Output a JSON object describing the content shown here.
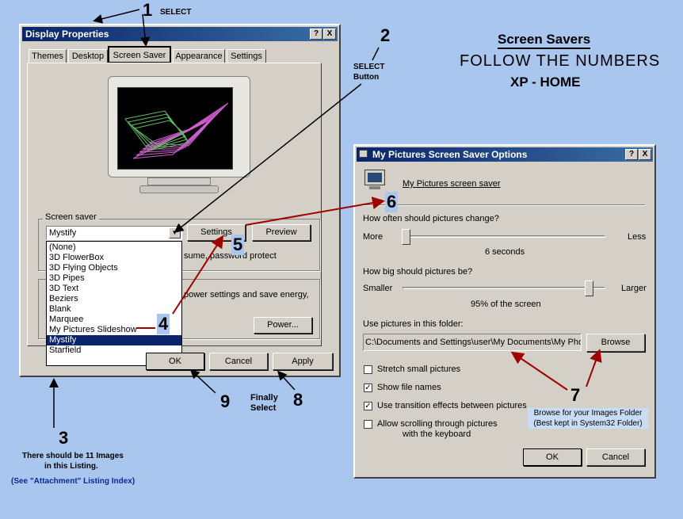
{
  "display_window": {
    "title": "Display Properties",
    "help_btn": "?",
    "close_btn": "X",
    "tabs": [
      "Themes",
      "Desktop",
      "Screen Saver",
      "Appearance",
      "Settings"
    ],
    "group_label": "Screen saver",
    "dropdown_value": "Mystify",
    "settings_btn": "Settings",
    "preview_btn": "Preview",
    "partial_text_1": "sume, password protect",
    "partial_text_2": "power settings and save energy,",
    "power_btn": "Power...",
    "ok_btn": "OK",
    "cancel_btn": "Cancel",
    "apply_btn": "Apply",
    "list_items": [
      "(None)",
      "3D FlowerBox",
      "3D Flying Objects",
      "3D Pipes",
      "3D Text",
      "Beziers",
      "Blank",
      "Marquee",
      "My Pictures Slideshow",
      "Mystify",
      "Starfield"
    ],
    "selected_index": 9
  },
  "options_window": {
    "title": "My Pictures Screen Saver Options",
    "help_btn": "?",
    "close_btn": "X",
    "header_label": "My Pictures screen saver",
    "q1": "How often should pictures change?",
    "more": "More",
    "less": "Less",
    "seconds": "6 seconds",
    "q2": "How big should pictures be?",
    "smaller": "Smaller",
    "larger": "Larger",
    "percent": "95% of the screen",
    "folder_label": "Use pictures in this folder:",
    "folder_value": "C:\\Documents and Settings\\user\\My Documents\\My Pho",
    "browse_btn": "Browse",
    "cb1": "Stretch small pictures",
    "cb2": "Show file names",
    "cb3": "Use transition effects between pictures",
    "cb4a": "Allow scrolling through pictures",
    "cb4b": "with the keyboard",
    "ok_btn": "OK",
    "cancel_btn": "Cancel"
  },
  "annotations": {
    "n1": "1",
    "select1": "SELECT",
    "n2": "2",
    "select2a": "SELECT",
    "select2b": "Button",
    "n3": "3",
    "note3a": "There should be 11 Images",
    "note3b": "in this Listing.",
    "note3c": "(See \"Attachment\" Listing Index)",
    "n4": "4",
    "n5": "5",
    "n6": "6",
    "n7": "7",
    "note7a": "Browse for your Images Folder",
    "note7b": "(Best kept in System32 Folder)",
    "n8": "8",
    "finally1": "Finally",
    "finally2": "Select",
    "n9": "9",
    "heading1": "Screen Savers",
    "heading2": "FOLLOW  THE  NUMBERS",
    "heading3": "XP - HOME"
  }
}
